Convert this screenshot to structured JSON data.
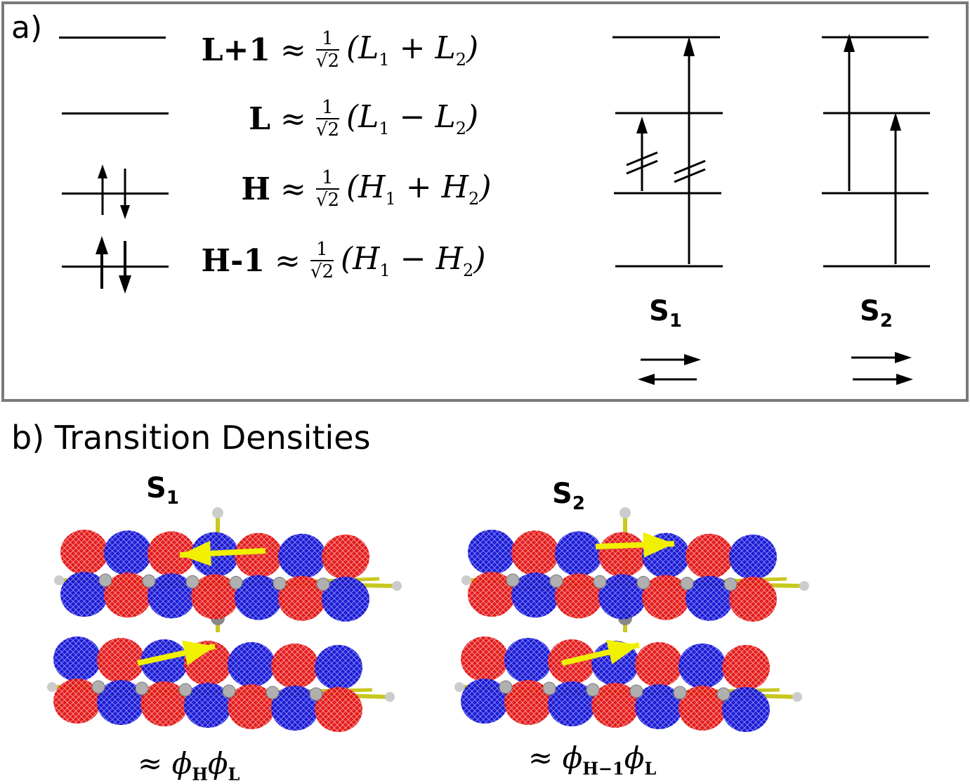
{
  "panel_a": {
    "label": "a)",
    "orbitals": [
      {
        "name": "L+1",
        "approx": "≈",
        "num": "1",
        "den": "√2",
        "expr": [
          "(L",
          "1",
          " + L",
          "2",
          ")"
        ]
      },
      {
        "name": "L",
        "approx": "≈",
        "num": "1",
        "den": "√2",
        "expr": [
          "(L",
          "1",
          " − L",
          "2",
          ")"
        ]
      },
      {
        "name": "H",
        "approx": "≈",
        "num": "1",
        "den": "√2",
        "expr": [
          "(H",
          "1",
          " + H",
          "2",
          ")"
        ]
      },
      {
        "name": "H-1",
        "approx": "≈",
        "num": "1",
        "den": "√2",
        "expr": [
          "(H",
          "1",
          " − H",
          "2",
          ")"
        ]
      }
    ],
    "states": [
      {
        "label": "S",
        "sub": "1"
      },
      {
        "label": "S",
        "sub": "2"
      }
    ]
  },
  "panel_b": {
    "title": "b) Transition Densities",
    "states": [
      {
        "label": "S",
        "sub": "1"
      },
      {
        "label": "S",
        "sub": "2"
      }
    ],
    "approximations": [
      {
        "approx": "≈",
        "phi1": "ϕ",
        "sub1": "H",
        "phi2": "ϕ",
        "sub2": "L"
      },
      {
        "approx": "≈",
        "phi1": "ϕ",
        "sub1": "H−1",
        "phi2": "ϕ",
        "sub2": "L"
      }
    ]
  },
  "colors": {
    "positive_lobe": "#e01010",
    "negative_lobe": "#1010d0",
    "dipole_arrow": "#f0f000",
    "bond": "#c8c820",
    "atom": "#b0b0b0",
    "frame": "#7a7a7a"
  }
}
